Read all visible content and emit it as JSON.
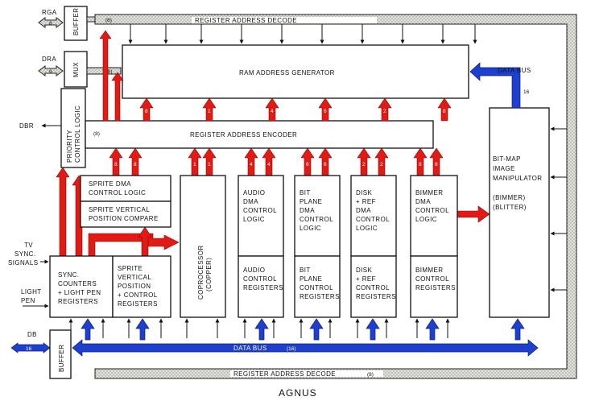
{
  "diagram": {
    "title": "AGNUS",
    "pins": {
      "rga": "RGA",
      "rga_width": "8",
      "dra": "DRA",
      "dra_width": "9",
      "dbr": "DBR",
      "tv_sync": [
        "TV",
        "SYNC.",
        "SIGNALS"
      ],
      "light_pen": [
        "LIGHT",
        "PEN"
      ],
      "db": "DB",
      "db_width": "16"
    },
    "buses": {
      "register_address_decode": "REGISTER ADDRESS DECODE",
      "decode_top_width": "(8)",
      "decode_bottom_width": "(8)",
      "mux_width": "(18)",
      "encoder_width": "(8)",
      "data_bus": "DATA BUS",
      "data_bus_width": "(16)",
      "data_bus_right": "DATA BUS",
      "data_bus_right_width": "16"
    },
    "blocks": {
      "buffer_top": "BUFFER",
      "mux": "MUX",
      "ram_address_generator": "RAM ADDRESS GENERATOR",
      "priority_control_logic": [
        "PRIORITY",
        "CONTROL LOGIC"
      ],
      "register_address_encoder": "REGISTER ADDRESS ENCODER",
      "sprite_dma": [
        "SPRITE DMA",
        "CONTROL LOGIC"
      ],
      "sprite_vertical_compare": [
        "SPRITE VERTICAL",
        "POSITION COMPARE"
      ],
      "sync_counters": [
        "SYNC.",
        "COUNTERS",
        "+ LIGHT PEN",
        "REGISTERS"
      ],
      "sprite_vertical_registers": [
        "SPRITE",
        "VERTICAL",
        "POSITION",
        "+ CONTROL",
        "REGISTERS"
      ],
      "coprocessor": [
        "COPROCESSOR",
        "(COPPER)"
      ],
      "audio_dma": [
        "AUDIO",
        "DMA",
        "CONTROL",
        "LOGIC"
      ],
      "audio_registers": [
        "AUDIO",
        "CONTROL",
        "REGISTERS"
      ],
      "bitplane_dma": [
        "BIT",
        "PLANE",
        "DMA",
        "CONTROL",
        "LOGIC"
      ],
      "bitplane_registers": [
        "BIT",
        "PLANE",
        "CONTROL",
        "REGISTERS"
      ],
      "disk_dma": [
        "DISK",
        "+ REF",
        "DMA",
        "CONTROL",
        "LOGIC"
      ],
      "disk_registers": [
        "DISK",
        "+ REF",
        "CONTROL",
        "REGISTERS"
      ],
      "bimmer_dma": [
        "BIMMER",
        "DMA",
        "CONTROL",
        "LOGIC"
      ],
      "bimmer_registers": [
        "BIMMER",
        "CONTROL",
        "REGISTERS"
      ],
      "blitter": [
        "BIT-MAP",
        "IMAGE",
        "MANIPULATOR",
        "(BIMMER)",
        "(BLITTER)"
      ],
      "buffer_bottom": "BUFFER"
    },
    "arrow_labels": {
      "ram_in": [
        "8",
        "1",
        "4",
        "6",
        "2",
        "8"
      ],
      "encoder_out": [
        "8",
        "8",
        "1",
        "1",
        "4",
        "4",
        "6",
        "6",
        "2",
        "2",
        "8",
        "8"
      ]
    },
    "colors": {
      "address_arrows": "#e01a14",
      "data_bus": "#1f3fcf",
      "decode_bus": "#d8d8d2"
    }
  }
}
